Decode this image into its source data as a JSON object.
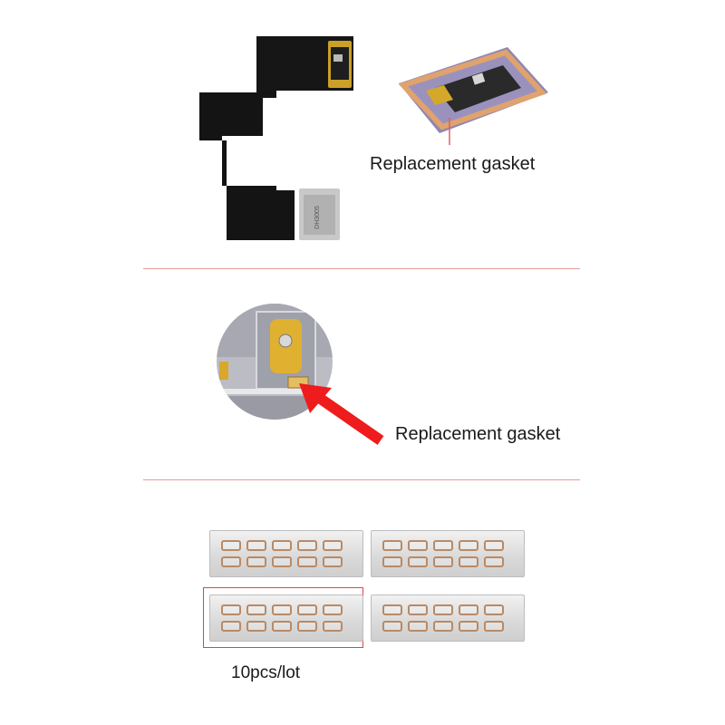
{
  "section1": {
    "label": "Replacement gasket"
  },
  "section2": {
    "label": "Replacement gasket"
  },
  "section3": {
    "caption": "10pcs/lot"
  },
  "colors": {
    "divider": "#e79a9a",
    "arrow": "#ee1c1c",
    "highlight_box": "#d84848"
  }
}
